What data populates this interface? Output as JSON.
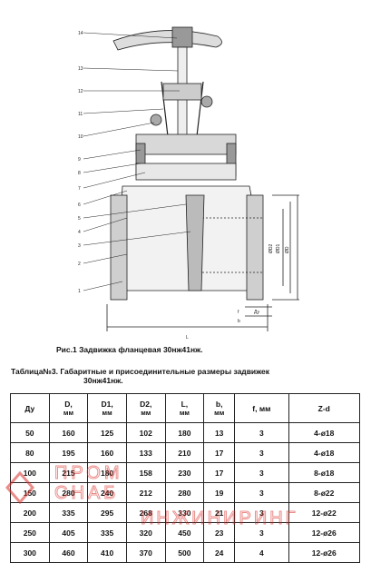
{
  "figure": {
    "caption": "Рис.1 Задвижка фланцевая 30нж41нж.",
    "part_numbers": [
      "14",
      "13",
      "12",
      "11",
      "10",
      "9",
      "8",
      "7",
      "6",
      "5",
      "4",
      "3",
      "2",
      "1"
    ],
    "dimension_labels": [
      "ØD2",
      "ØD1",
      "ØD",
      "Ду",
      "f",
      "b",
      "L"
    ]
  },
  "table": {
    "title_line1": "Таблица№3. Габаритные и присоединительные размеры задвижек",
    "title_line2": "30нж41нж.",
    "headers": [
      {
        "main": "Ду",
        "sub": ""
      },
      {
        "main": "D,",
        "sub": "мм"
      },
      {
        "main": "D1,",
        "sub": "мм"
      },
      {
        "main": "D2,",
        "sub": "мм"
      },
      {
        "main": "L,",
        "sub": "мм"
      },
      {
        "main": "b,",
        "sub": "мм"
      },
      {
        "main": "f, мм",
        "sub": ""
      },
      {
        "main": "Z-d",
        "sub": ""
      }
    ],
    "rows": [
      [
        "50",
        "160",
        "125",
        "102",
        "180",
        "13",
        "3",
        "4-ø18"
      ],
      [
        "80",
        "195",
        "160",
        "133",
        "210",
        "17",
        "3",
        "4-ø18"
      ],
      [
        "100",
        "215",
        "180",
        "158",
        "230",
        "17",
        "3",
        "8-ø18"
      ],
      [
        "150",
        "280",
        "240",
        "212",
        "280",
        "19",
        "3",
        "8-ø22"
      ],
      [
        "200",
        "335",
        "295",
        "268",
        "330",
        "21",
        "3",
        "12-ø22"
      ],
      [
        "250",
        "405",
        "335",
        "320",
        "450",
        "23",
        "3",
        "12-ø26"
      ],
      [
        "300",
        "460",
        "410",
        "370",
        "500",
        "24",
        "4",
        "12-ø26"
      ]
    ]
  },
  "watermark": {
    "line1": "ПРОМ",
    "line2": "СНАБ",
    "line3": "ИНЖИНИРИНГ"
  },
  "colors": {
    "watermark": "#d9302a",
    "line": "#222222"
  }
}
